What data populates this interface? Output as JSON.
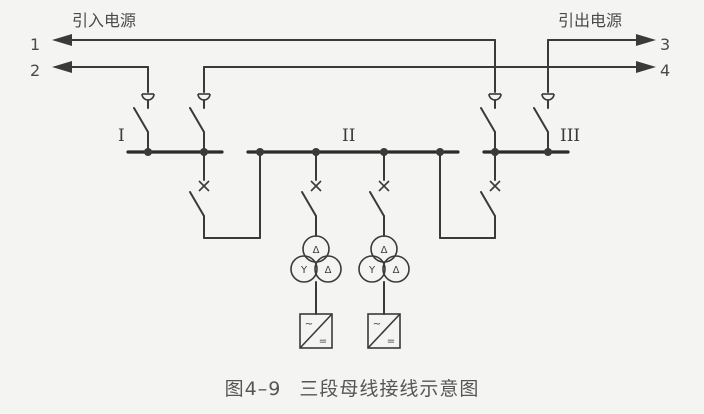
{
  "labels": {
    "source_in": "引入电源",
    "source_out": "引出电源",
    "line_1": "1",
    "line_2": "2",
    "line_3": "3",
    "line_4": "4"
  },
  "bus_sections": {
    "bus_1": "I",
    "bus_2": "II",
    "bus_3": "III"
  },
  "transformers": [
    {
      "top": "Δ",
      "left": "Y",
      "right": "Δ"
    },
    {
      "top": "Δ",
      "left": "Y",
      "right": "Δ"
    }
  ],
  "converters": [
    {
      "ac": "~",
      "dc": "="
    },
    {
      "ac": "~",
      "dc": "="
    }
  ],
  "caption": {
    "number": "图4–9",
    "title": "三段母线接线示意图"
  }
}
